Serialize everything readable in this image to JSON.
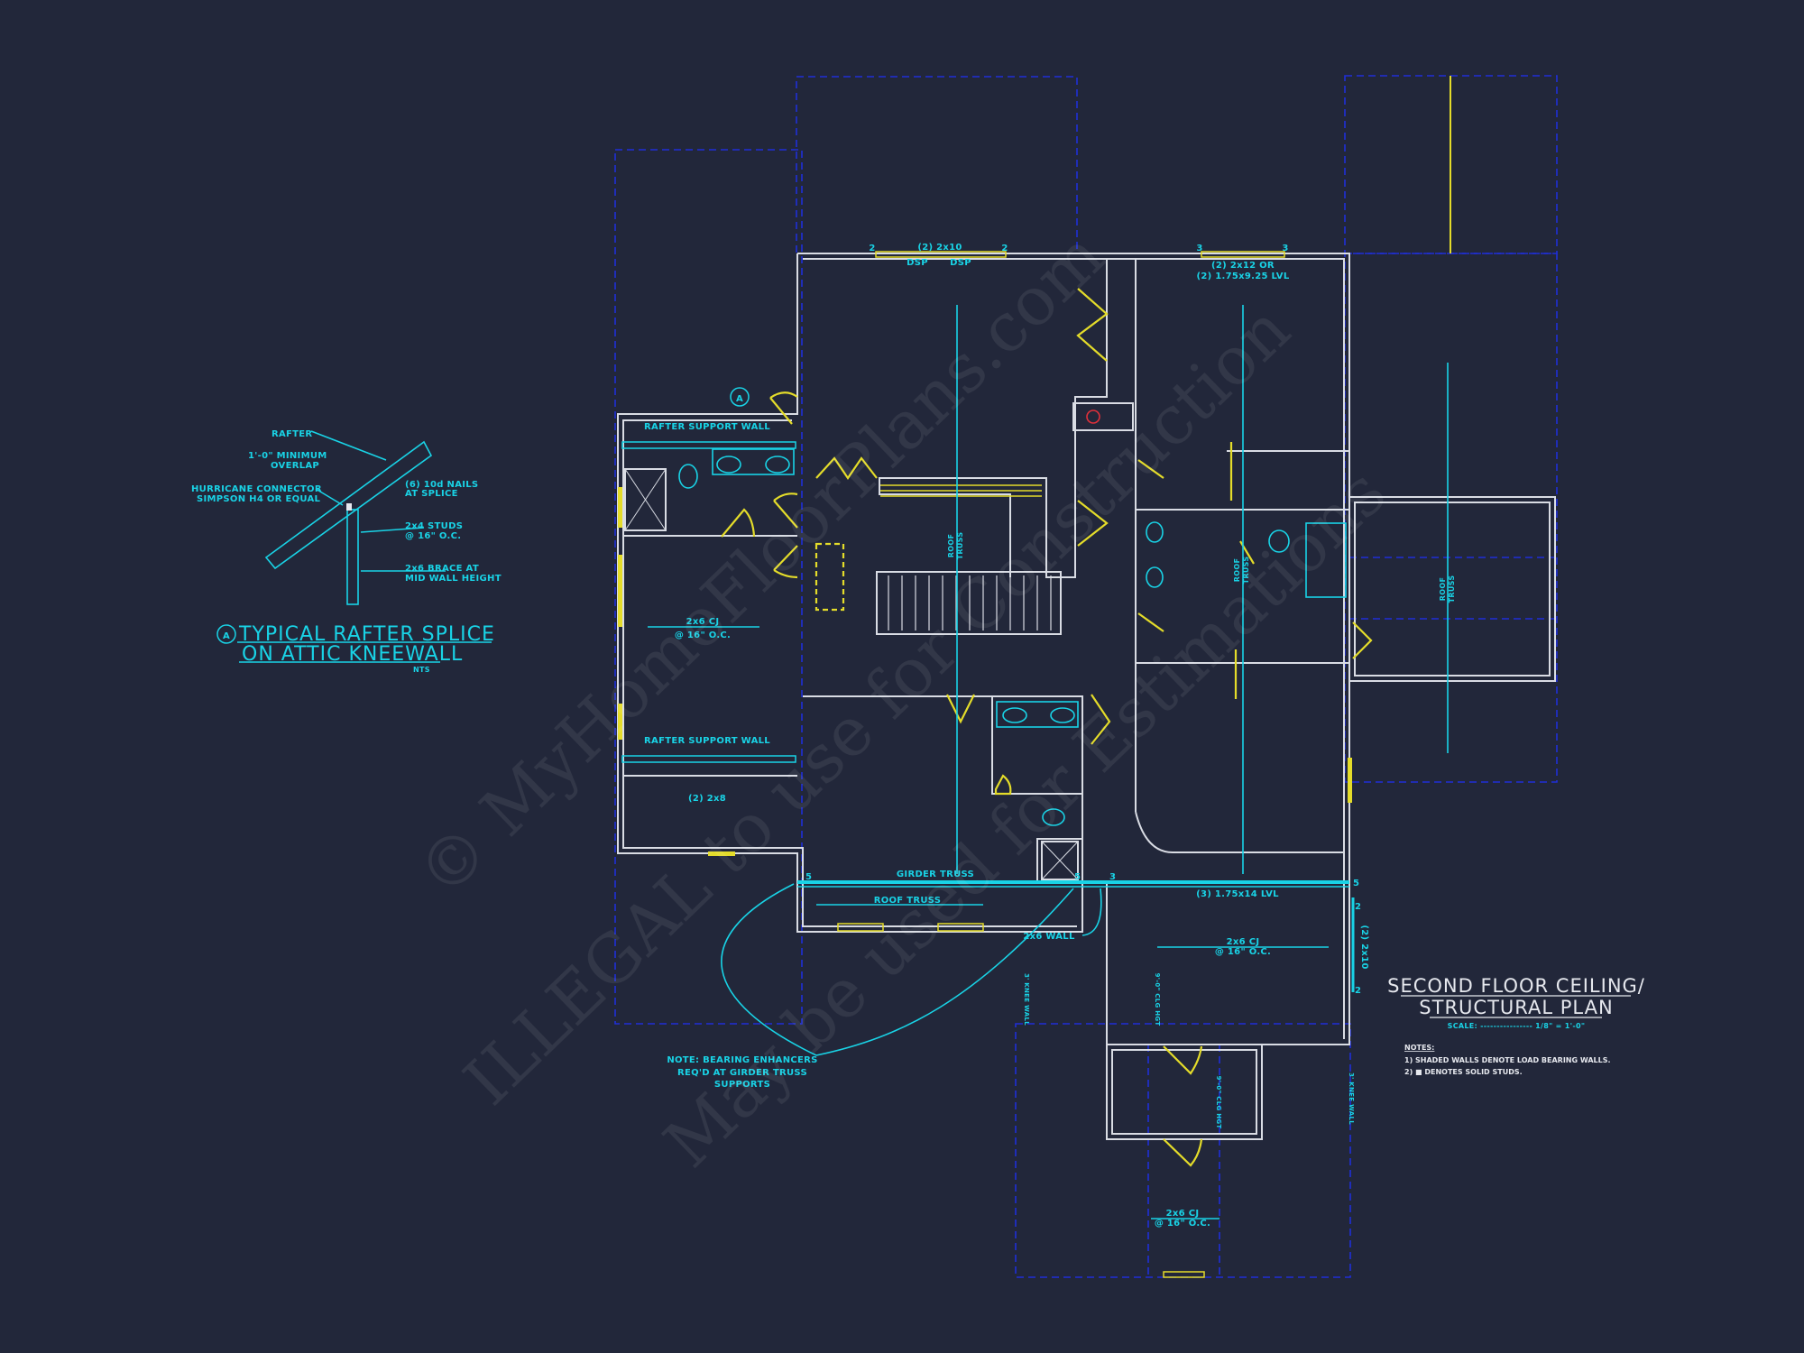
{
  "drawing": {
    "title_line1": "SECOND FLOOR CEILING/",
    "title_line2": "STRUCTURAL PLAN",
    "scale": "SCALE: ---------------- 1/8\" = 1'-0\"",
    "notes_heading": "NOTES:",
    "notes": [
      "1) SHADED WALLS DENOTE LOAD BEARING WALLS.",
      "2) ■ DENOTES SOLID STUDS."
    ],
    "bearing_note": [
      "NOTE: BEARING ENHANCERS",
      "REQ'D AT GIRDER TRUSS",
      "SUPPORTS"
    ]
  },
  "detail": {
    "marker": "A",
    "title_line1": "TYPICAL RAFTER SPLICE",
    "title_line2": "ON ATTIC KNEEWALL",
    "scale": "NTS",
    "callouts": {
      "rafter": "RAFTER",
      "overlap1": "1'-0\" MINIMUM",
      "overlap2": "OVERLAP",
      "hurricane1": "HURRICANE CONNECTOR",
      "hurricane2": "SIMPSON H4 OR EQUAL",
      "nails1": "(6) 10d NAILS",
      "nails2": "AT SPLICE",
      "studs1": "2x4 STUDS",
      "studs2": "@ 16\" O.C.",
      "brace1": "2x6 BRACE AT",
      "brace2": "MID WALL HEIGHT"
    }
  },
  "plan_labels": {
    "beam_top_left": "(2) 2x10",
    "dsp": "DSP",
    "beam_top_right1": "(2) 2x12 OR",
    "beam_top_right2": "(2) 1.75x9.25 LVL",
    "rafter_support_wall": "RAFTER SUPPORT WALL",
    "section_marker": "A",
    "roof_truss1": "ROOF",
    "roof_truss2": "TRUSS",
    "roof_truss": "ROOF TRUSS",
    "cj": "2x6 CJ",
    "oc": "@ 16\" O.C.",
    "beam_2x8": "(2) 2x8",
    "girder_truss": "GIRDER TRUSS",
    "lvl_bottom": "(3) 1.75x14 LVL",
    "wall_2x6": "2x6 WALL",
    "beam_right": "(2) 2x10",
    "knee_wall": "3' KNEE WALL",
    "clg_hgt": "9'-0\" CLG HGT",
    "stud_counts": [
      "2",
      "2",
      "3",
      "3",
      "5",
      "5",
      "3",
      "5",
      "2",
      "2"
    ]
  },
  "watermark": {
    "line1": "© MyHomeFloorPlans.com",
    "line2": "ILLEGAL to use for Construction",
    "line3": "May be used for Estimations"
  },
  "colors": {
    "background": "#22273a",
    "walls": "#d9dce4",
    "annotation": "#19d3e6",
    "doors_beams": "#e4dc2a",
    "dashed_outline": "#1f2fd8"
  }
}
